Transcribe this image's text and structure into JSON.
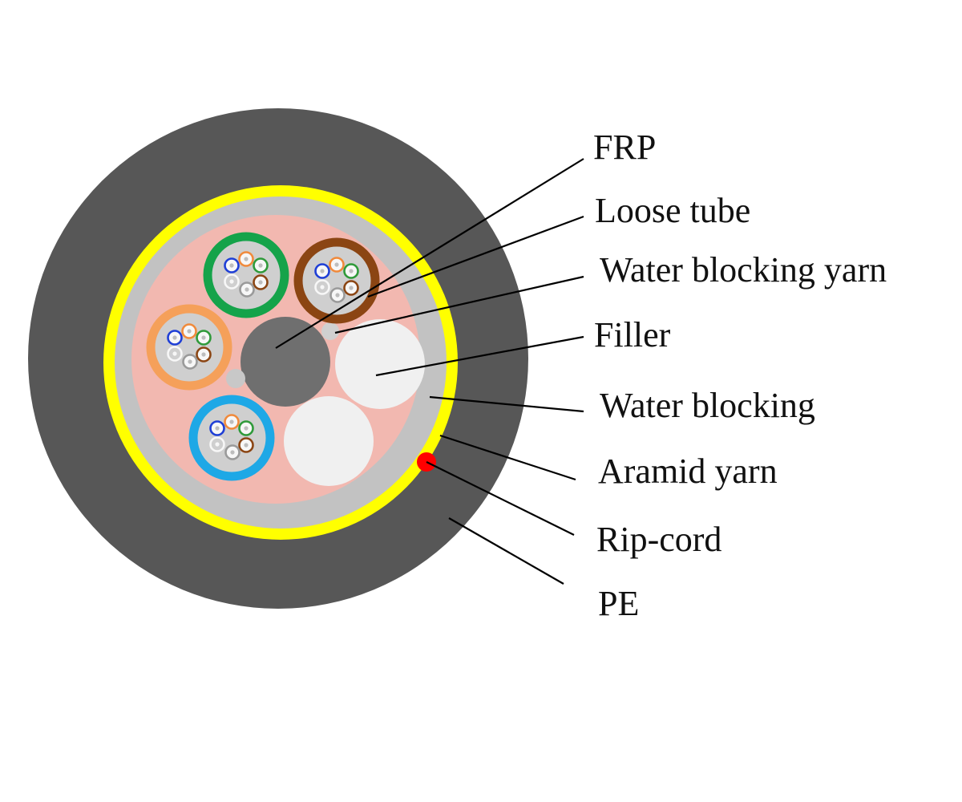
{
  "labels": {
    "frp": "FRP",
    "loose_tube": "Loose tube",
    "water_blocking_yarn": "Water blocking yarn",
    "filler": "Filler",
    "water_blocking": "Water blocking",
    "aramid_yarn": "Aramid yarn",
    "rip_cord": "Rip-cord",
    "pe": "PE"
  },
  "colors": {
    "pe_jacket": "#575757",
    "aramid_layer": "#ffff00",
    "water_blocking_layer": "#c2c2c2",
    "core_fill": "#f2b8b0",
    "frp": "#6f6f6f",
    "filler": "#f0f0f0",
    "rip_cord": "#ff0000",
    "tube_green": "#15a34a",
    "tube_brown": "#8b4513",
    "tube_orange": "#f5a05a",
    "tube_blue": "#1ea8e6",
    "fiber_blue": "#1f3fd6",
    "fiber_orange": "#f08a3c",
    "fiber_green": "#2f9a3a",
    "fiber_brown": "#8b4513",
    "fiber_gray": "#9a9a9a",
    "fiber_white": "#f7f7f7"
  }
}
